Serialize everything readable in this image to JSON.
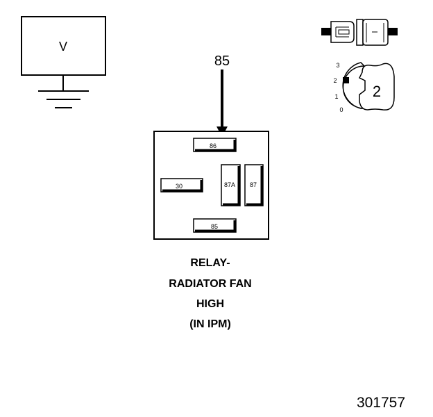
{
  "meter": {
    "label": "V"
  },
  "probe": {
    "terminal_label": "85"
  },
  "relay": {
    "terminals": {
      "top": "86",
      "left": "30",
      "center": "87A",
      "right": "87",
      "bottom": "85"
    },
    "caption": [
      "RELAY-",
      "RADIATOR FAN",
      "HIGH",
      "(IN IPM)"
    ]
  },
  "switch": {
    "positions": [
      "3",
      "2",
      "1",
      "0"
    ],
    "selected": "2"
  },
  "figure_id": "301757"
}
